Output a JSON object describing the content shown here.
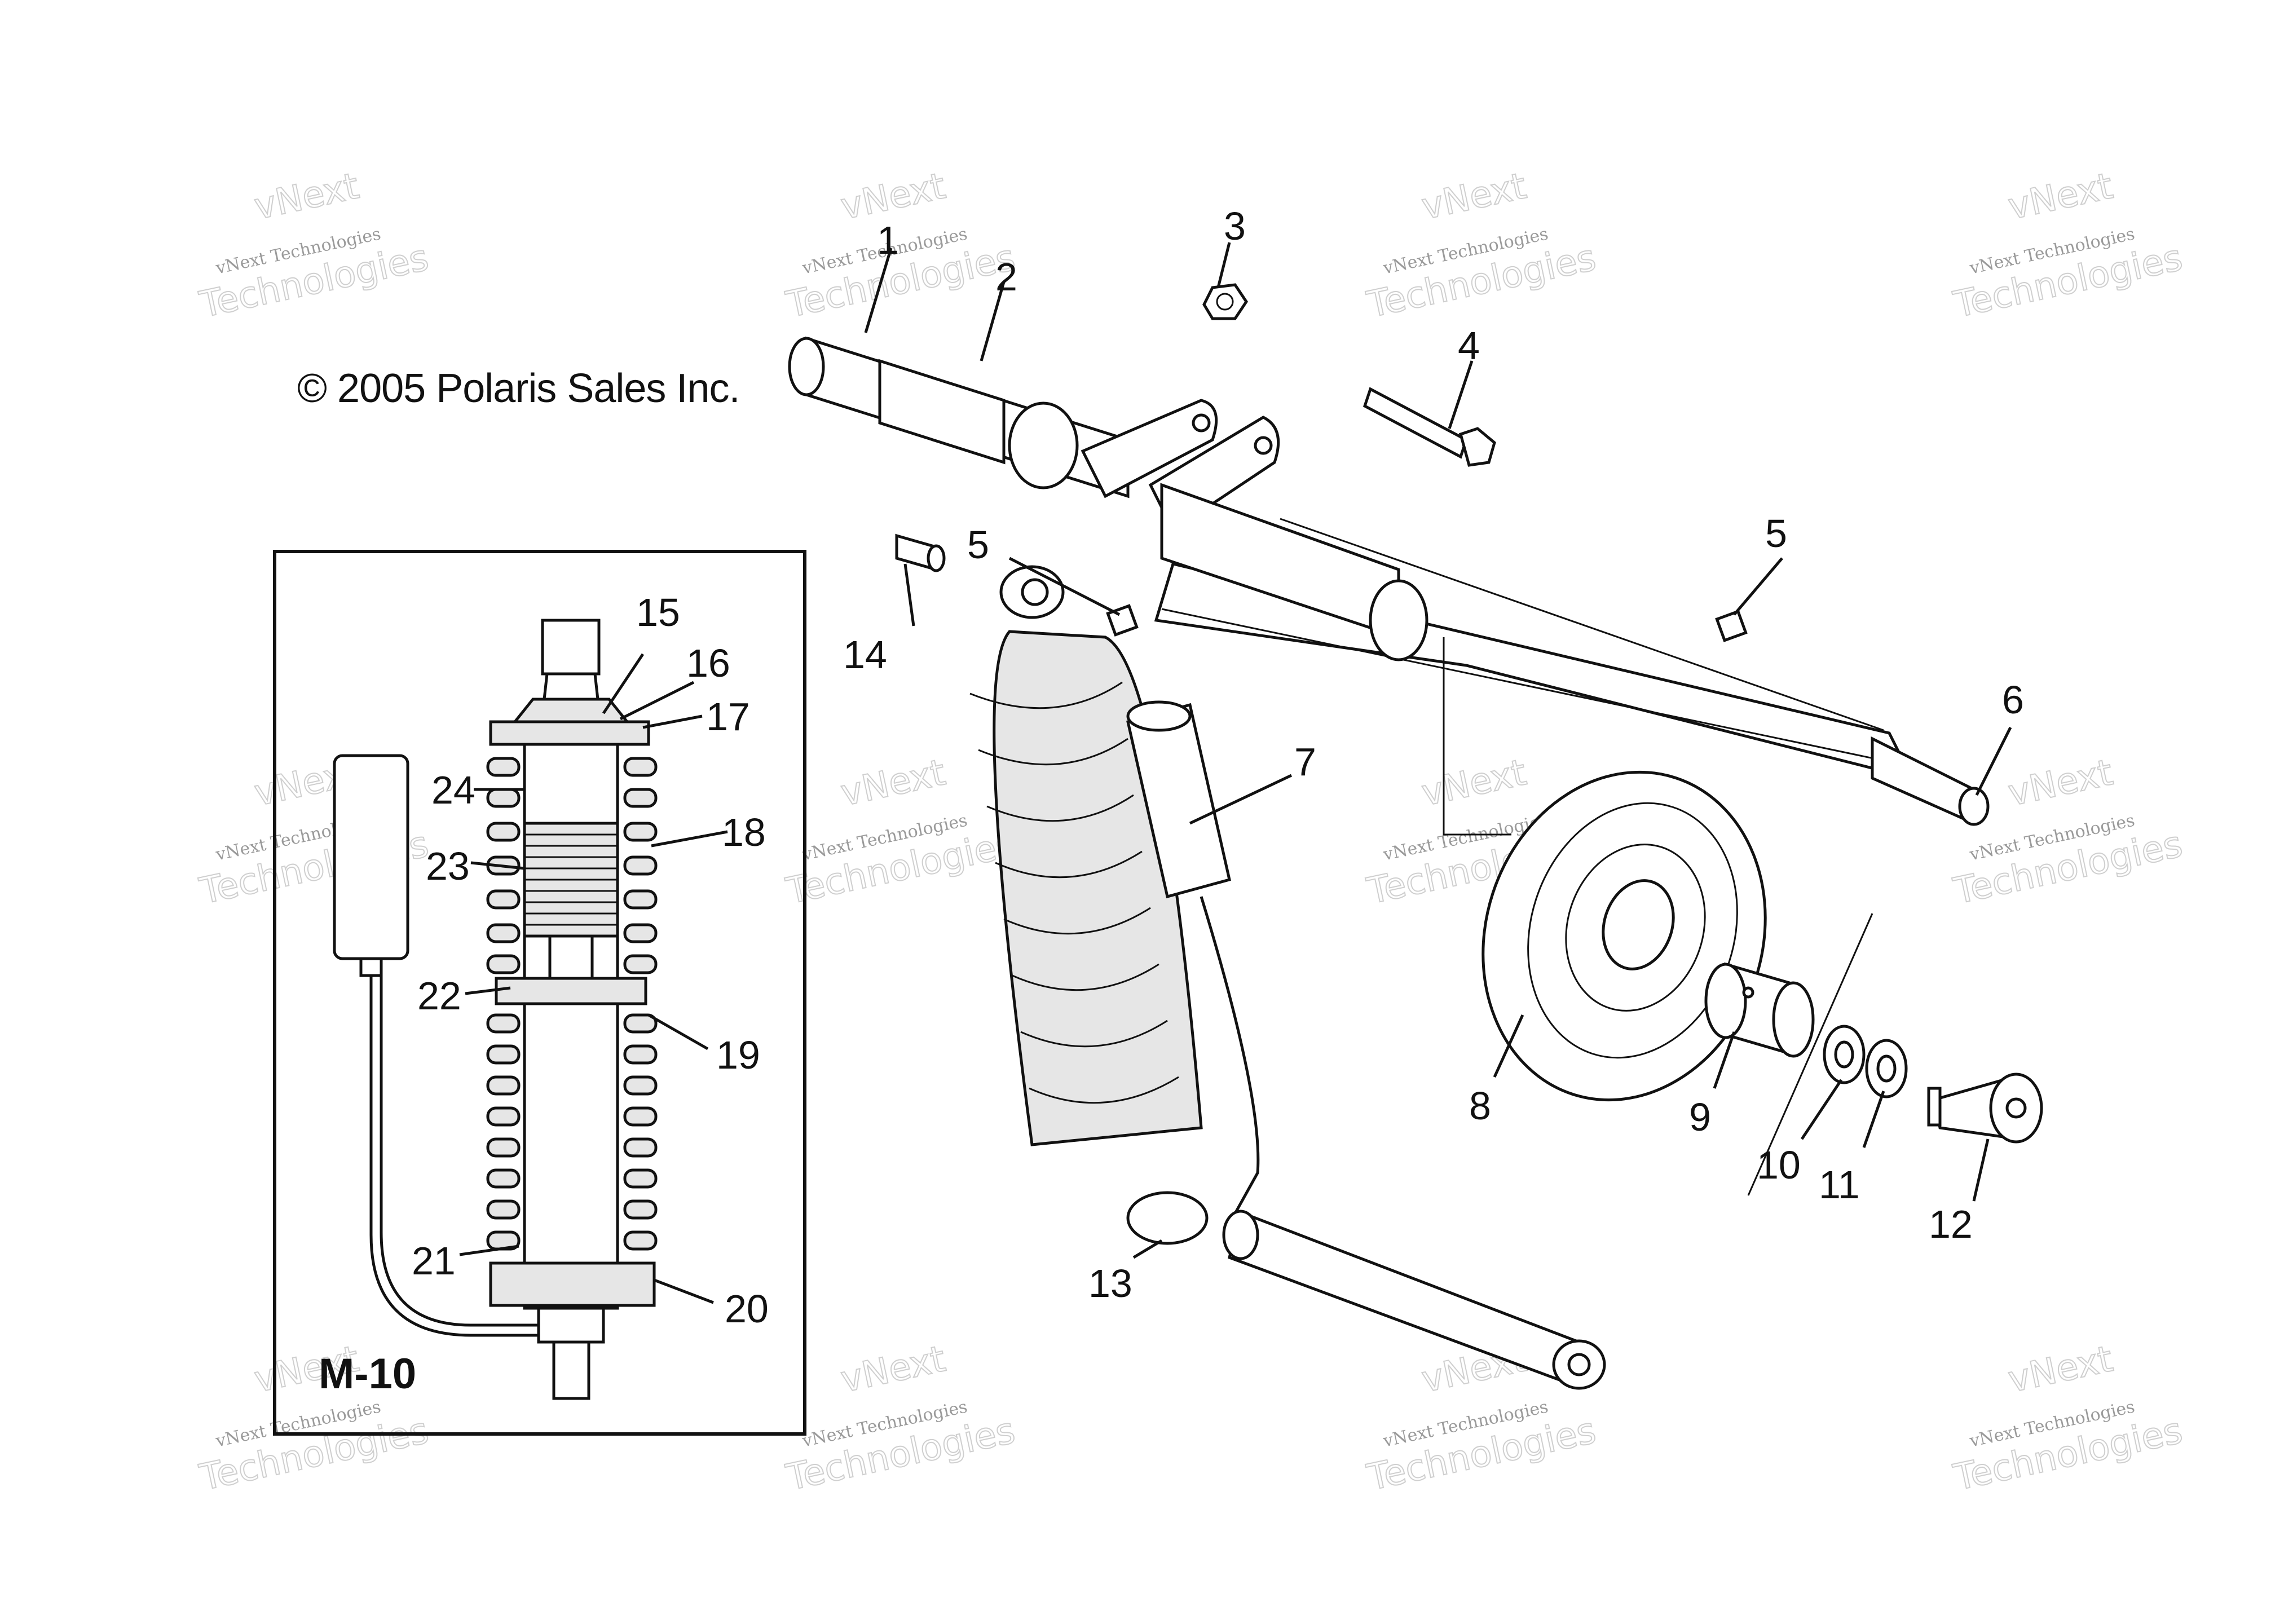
{
  "copyright": "© 2005 Polaris Sales Inc.",
  "inset_label": "M-10",
  "watermark": {
    "line1": "vNext Technologies",
    "line2": "vNext",
    "line3": "Technologies"
  },
  "callouts": [
    "1",
    "2",
    "3",
    "4",
    "5",
    "5",
    "6",
    "7",
    "8",
    "9",
    "10",
    "11",
    "12",
    "13",
    "14",
    "15",
    "16",
    "17",
    "18",
    "19",
    "20",
    "21",
    "22",
    "23",
    "24"
  ]
}
